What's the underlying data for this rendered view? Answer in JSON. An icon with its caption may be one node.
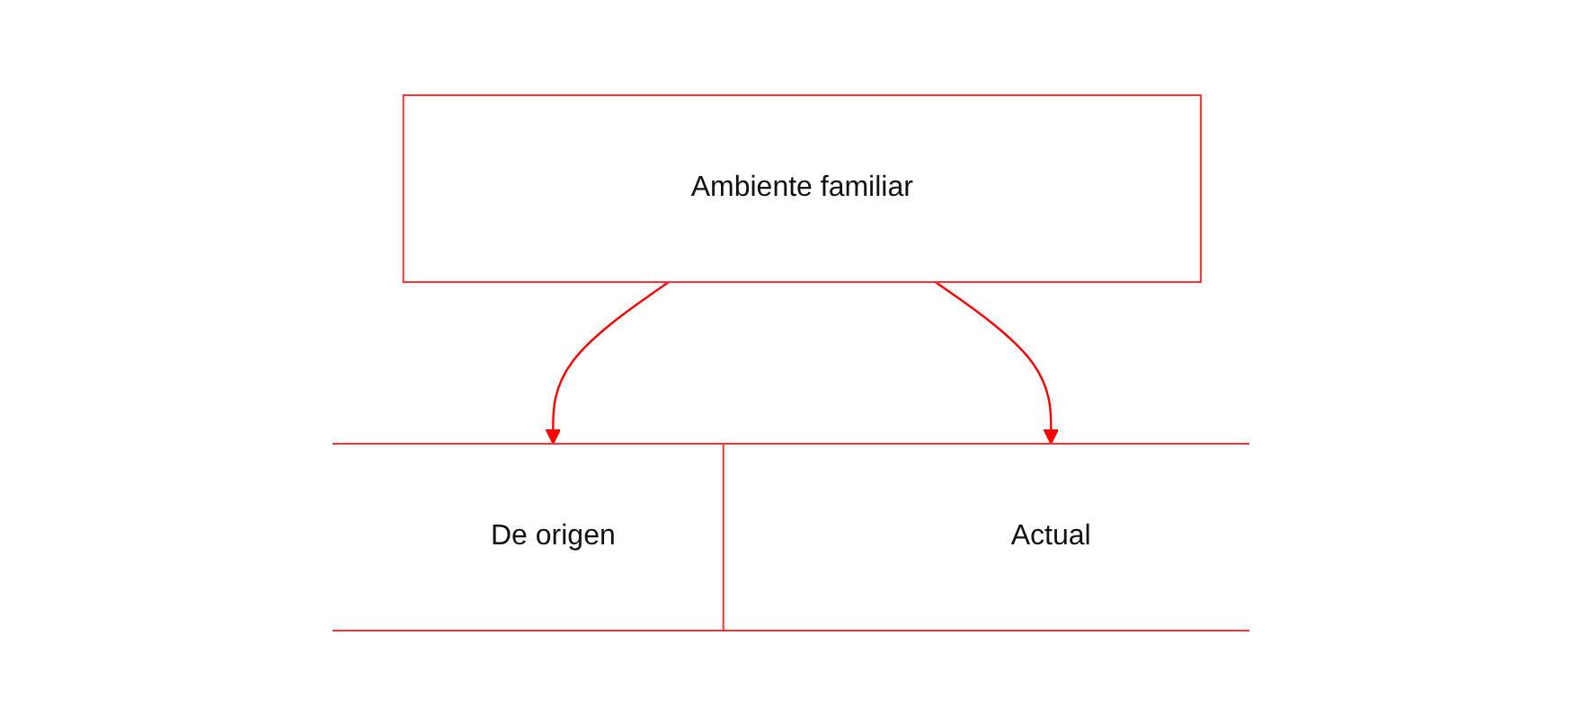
{
  "diagram": {
    "nodes": [
      {
        "text": [
          "Ambiente familiar"
        ]
      },
      {
        "text": [
          "De origen"
        ]
      },
      {
        "text": [
          "Actual"
        ]
      }
    ],
    "edges": [
      {
        "from": 0,
        "to": 1,
        "arrow": "to"
      },
      {
        "from": 0,
        "to": 2,
        "arrow": "to"
      }
    ]
  }
}
